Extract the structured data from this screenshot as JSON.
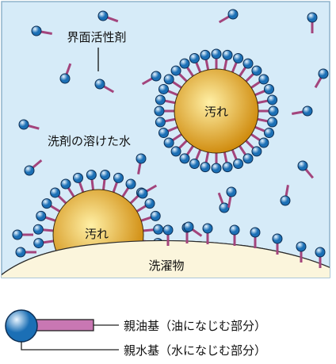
{
  "labels": {
    "surfactant": "界面活性剤",
    "solution": "洗剤の溶けた水",
    "dirt_large": "汚れ",
    "dirt_small": "汚れ",
    "laundry": "洗濯物"
  },
  "legend": {
    "lipophilic": "親油基（油になじむ部分）",
    "hydrophilic": "親水基（水になじむ部分）"
  },
  "colors": {
    "water": "#d6ebf8",
    "border": "#8fb3cc",
    "laundry": "#fbf5dc",
    "dirt_center": "#fff0a6",
    "dirt_edge": "#cf8a0c",
    "head": "#1b6fb5",
    "head_highlight": "#e9f5ff",
    "tail": "#a3447c",
    "legend_tail": "#c977b3"
  },
  "icons": {
    "molecule": "surfactant-molecule-icon",
    "legend_molecule": "surfactant-legend-icon"
  }
}
